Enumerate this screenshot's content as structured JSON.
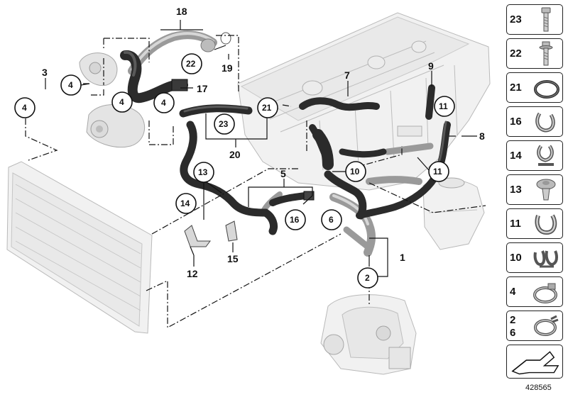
{
  "diagram": {
    "callouts": {
      "c1": "1",
      "c2": "2",
      "c3": "3",
      "c4a": "4",
      "c4b": "4",
      "c4c": "4",
      "c4d": "4",
      "c5": "5",
      "c6": "6",
      "c7": "7",
      "c8": "8",
      "c9": "9",
      "c10": "10",
      "c11a": "11",
      "c11b": "11",
      "c12": "12",
      "c13": "13",
      "c14": "14",
      "c15": "15",
      "c16": "16",
      "c17": "17",
      "c18": "18",
      "c19": "19",
      "c20": "20",
      "c21": "21",
      "c22": "22",
      "c23": "23"
    },
    "legend": [
      {
        "label": "23",
        "icon": "bolt-icon"
      },
      {
        "label": "22",
        "icon": "bolt-washer-icon"
      },
      {
        "label": "21",
        "icon": "seal-ring-icon"
      },
      {
        "label": "16",
        "icon": "hose-clip-icon"
      },
      {
        "label": "14",
        "icon": "hose-clip-icon"
      },
      {
        "label": "13",
        "icon": "expanding-rivet-icon"
      },
      {
        "label": "11",
        "icon": "hose-clip-icon"
      },
      {
        "label": "10",
        "icon": "double-hose-clip-icon"
      },
      {
        "label": "4",
        "icon": "hose-clamp-icon"
      },
      {
        "label": "2",
        "label2": "6",
        "icon": "spring-clamp-icon"
      },
      {
        "label": "",
        "icon": "direction-arrow-icon"
      }
    ],
    "catalog_id": "428565",
    "colors": {
      "hose": "#2b2b2b",
      "pipe": "#9a9a9a",
      "ghost": "#f1f1f1",
      "line": "#111111"
    }
  }
}
